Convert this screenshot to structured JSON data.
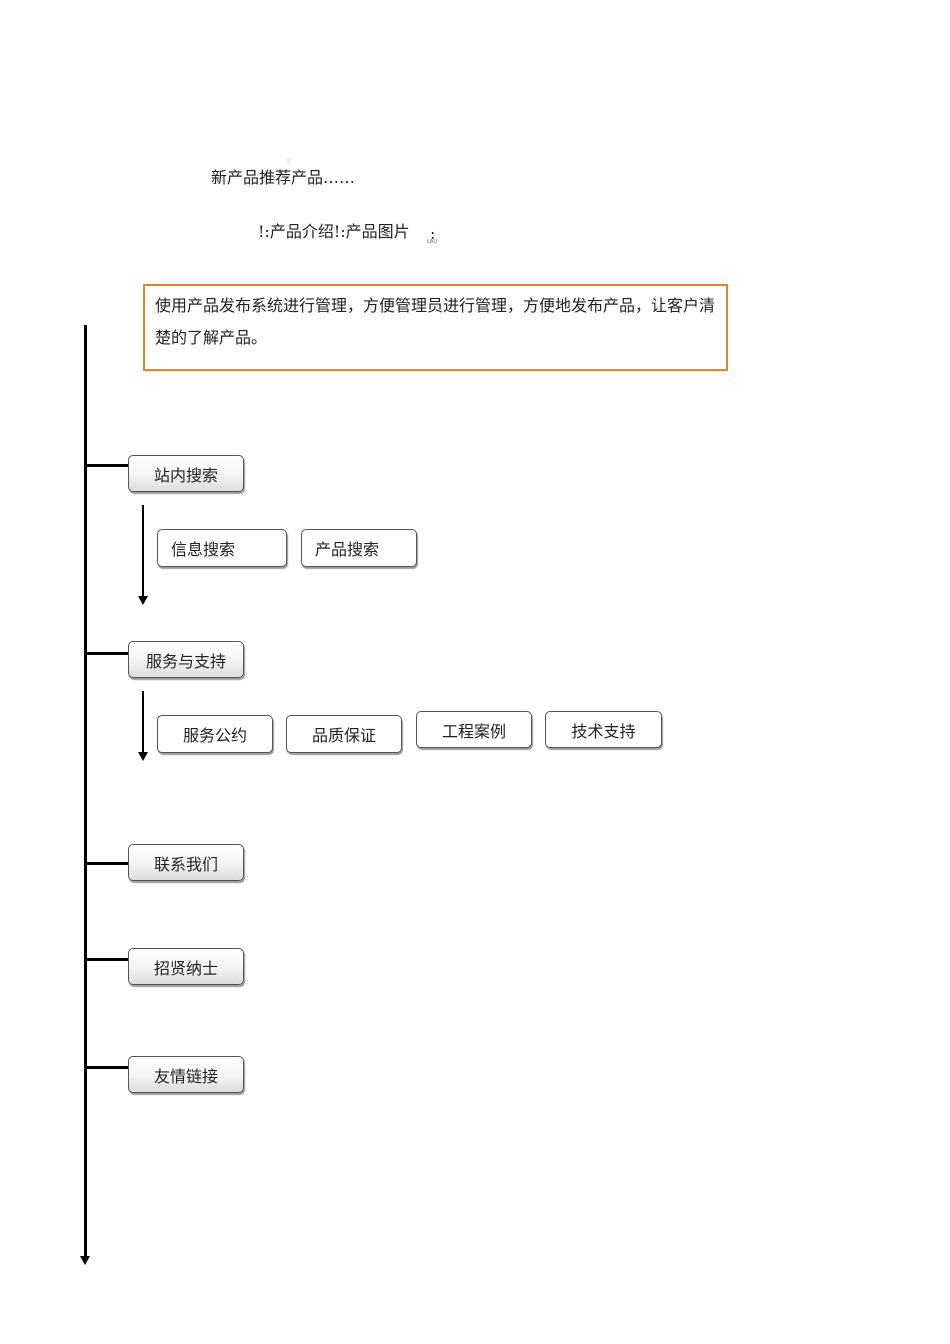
{
  "header": {
    "line1": "新产品推荐产品……",
    "line1_mark": "::",
    "line2": "!:产品介绍!:产品图片",
    "line2_mark": ":",
    "line2_sub": "LAU"
  },
  "note": {
    "text": "使用产品发布系统进行管理，方便管理员进行管理，方便地发布产品，让客户清楚的了解产品。"
  },
  "tree": {
    "nodes": [
      {
        "label": "站内搜索",
        "children": [
          "信息搜索",
          "产品搜索"
        ]
      },
      {
        "label": "服务与支持",
        "children": [
          "服务公约",
          "品质保证",
          "工程案例",
          "技术支持"
        ]
      },
      {
        "label": "联系我们"
      },
      {
        "label": "招贤纳士"
      },
      {
        "label": "友情链接"
      }
    ]
  },
  "colors": {
    "note_border": "#e8822b",
    "line": "#000000",
    "box_border": "#555555"
  }
}
